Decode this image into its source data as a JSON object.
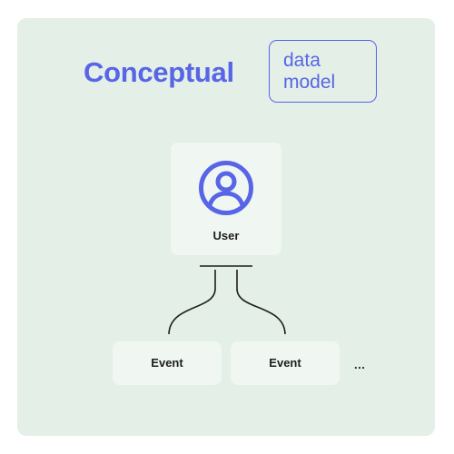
{
  "header": {
    "title": "Conceptual",
    "subtitle_line1": "data",
    "subtitle_line2": "model"
  },
  "nodes": {
    "user": {
      "label": "User",
      "icon": "user-circle-icon"
    },
    "events": [
      {
        "label": "Event"
      },
      {
        "label": "Event"
      }
    ],
    "more_indicator": "..."
  },
  "colors": {
    "accent": "#5865e6",
    "card_background": "#e3efe7",
    "node_background": "#f0f7f2",
    "text": "#1e1e1e"
  }
}
